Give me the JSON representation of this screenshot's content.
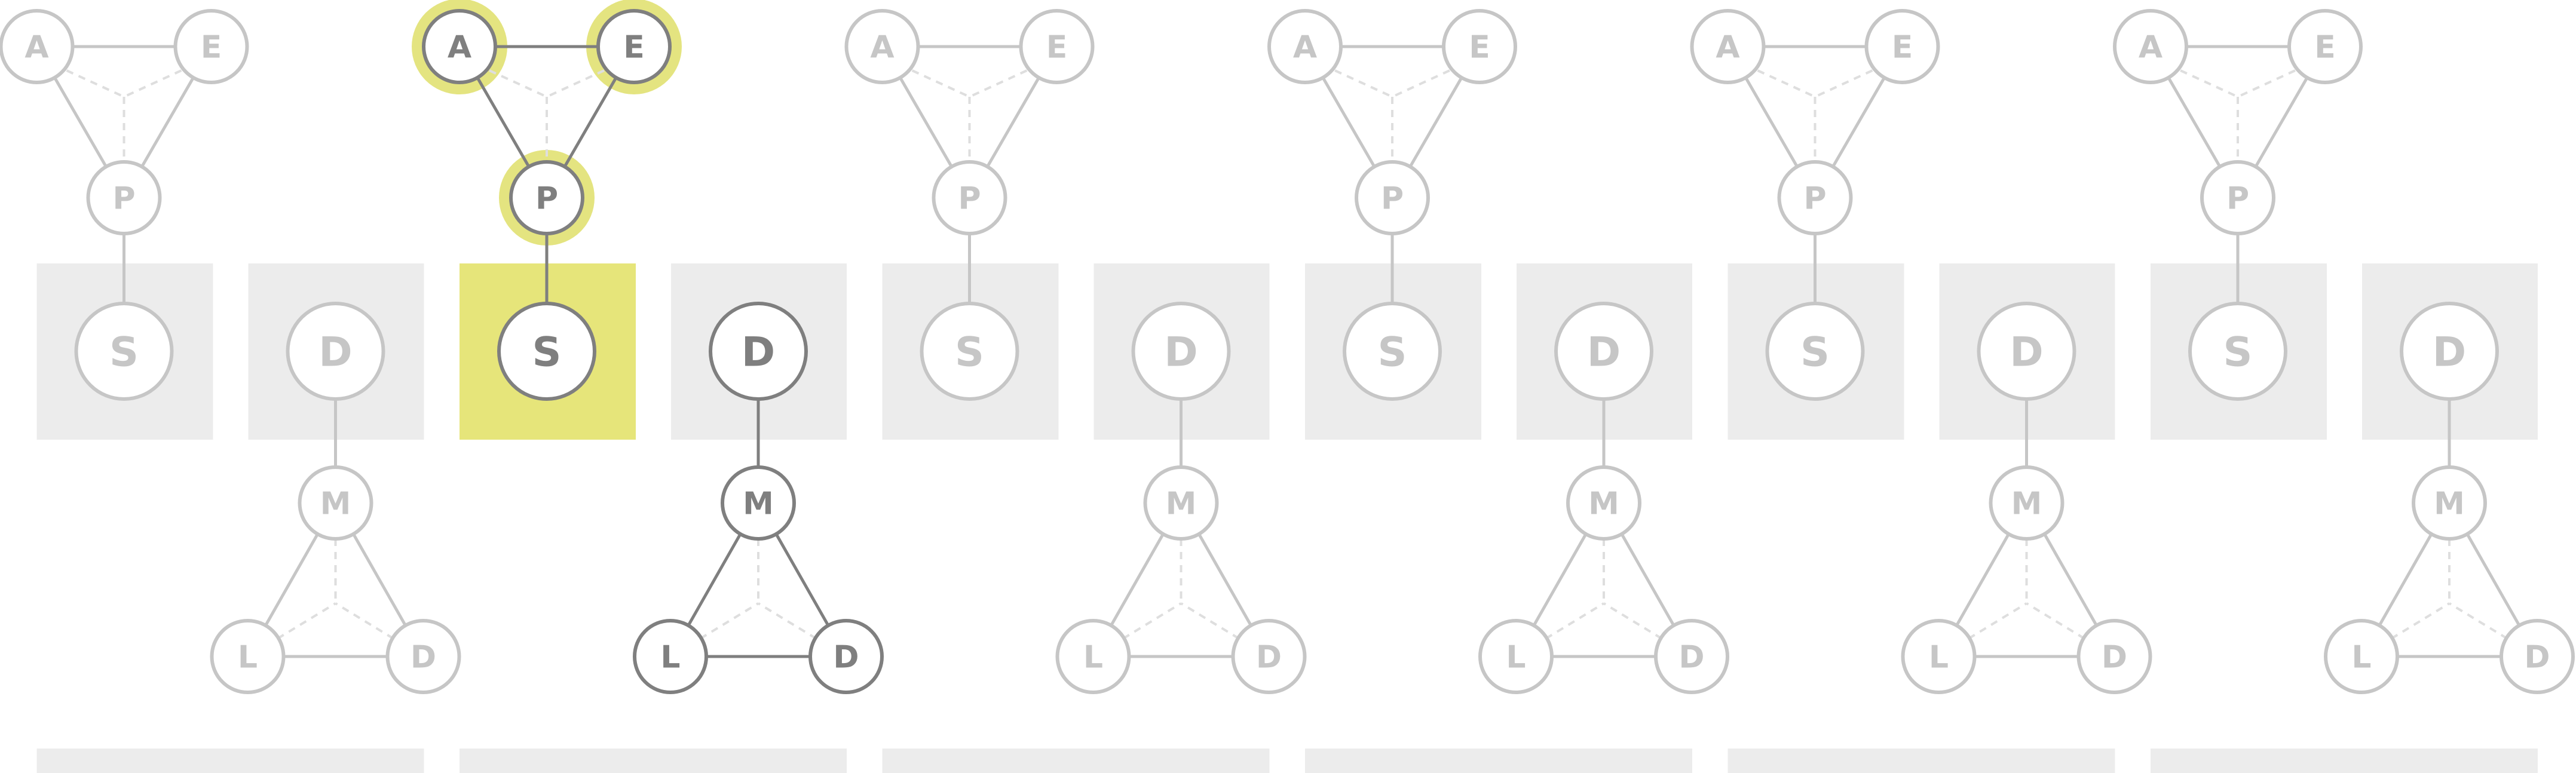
{
  "colors": {
    "background": "#ffffff",
    "box": "#ececec",
    "highlight": "#e6e57a",
    "halo": "#e4e480",
    "faded": "#c6c6c6",
    "active": "#7f7f7f",
    "dashed": "#dedede"
  },
  "columns": [
    {
      "top": {
        "a": "A",
        "e": "E",
        "p": "P"
      },
      "s": "S",
      "d": "D",
      "bottom": {
        "m": "M",
        "l": "L",
        "d": "D"
      },
      "active": "none"
    },
    {
      "top": {
        "a": "A",
        "e": "E",
        "p": "P"
      },
      "s": "S",
      "d": "D",
      "bottom": {
        "m": "M",
        "l": "L",
        "d": "D"
      },
      "active": "both"
    },
    {
      "top": {
        "a": "A",
        "e": "E",
        "p": "P"
      },
      "s": "S",
      "d": "D",
      "bottom": {
        "m": "M",
        "l": "L",
        "d": "D"
      },
      "active": "none"
    },
    {
      "top": {
        "a": "A",
        "e": "E",
        "p": "P"
      },
      "s": "S",
      "d": "D",
      "bottom": {
        "m": "M",
        "l": "L",
        "d": "D"
      },
      "active": "none"
    },
    {
      "top": {
        "a": "A",
        "e": "E",
        "p": "P"
      },
      "s": "S",
      "d": "D",
      "bottom": {
        "m": "M",
        "l": "L",
        "d": "D"
      },
      "active": "none"
    },
    {
      "top": {
        "a": "A",
        "e": "E",
        "p": "P"
      },
      "s": "S",
      "d": "D",
      "bottom": {
        "m": "M",
        "l": "L",
        "d": "D"
      },
      "active": "none"
    }
  ],
  "highlighted": {
    "nodes": [
      "A",
      "E",
      "P"
    ],
    "box": "S"
  }
}
